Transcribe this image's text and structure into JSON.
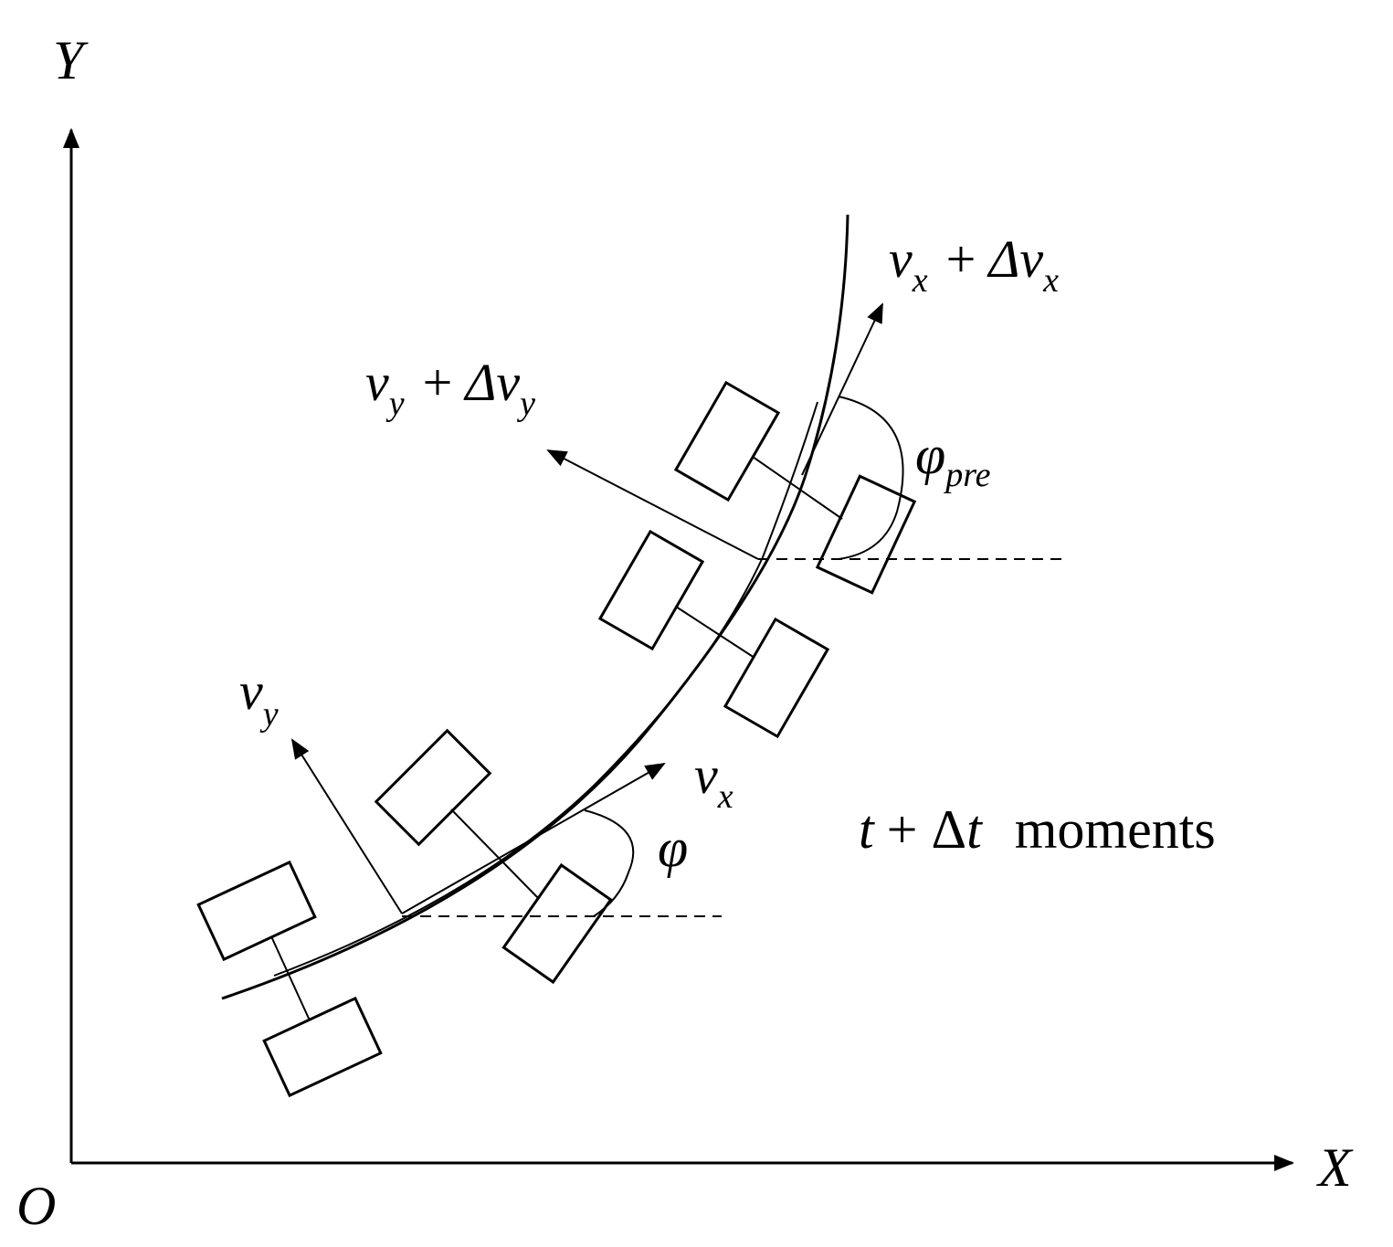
{
  "axes": {
    "y_label": "Y",
    "x_label": "X",
    "origin_label": "O"
  },
  "labels": {
    "v": "v",
    "sub_x": "x",
    "sub_y": "y",
    "plus": "+",
    "delta_v": "Δv",
    "phi": "φ",
    "phi_pre_sub": "pre",
    "t": "t",
    "plus_delta": "+ Δ",
    "t2": "t",
    "moments": "moments"
  },
  "colors": {
    "ink": "#000000",
    "background": "#ffffff"
  }
}
